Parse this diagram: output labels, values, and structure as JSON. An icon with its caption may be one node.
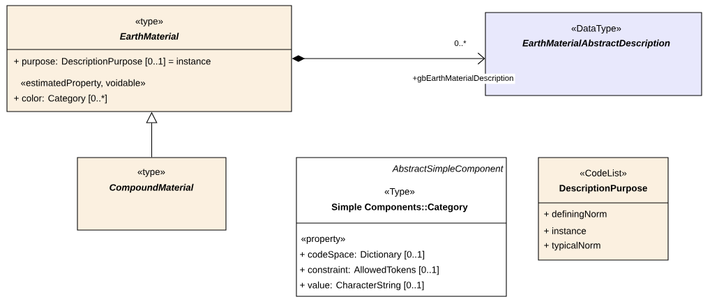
{
  "diagram": {
    "nodes": [
      {
        "text": [
          "«type»",
          "EarthMaterial",
          "+ purpose: DescriptionPurpose [0..1] = instance",
          "«estimatedProperty, voidable»",
          "+ color: Category [0..*]"
        ]
      },
      {
        "text": [
          "«DataType»",
          "EarthMaterialAbstractDescription"
        ]
      },
      {
        "text": [
          "«type»",
          "CompoundMaterial"
        ]
      },
      {
        "text": [
          "AbstractSimpleComponent",
          "«Type»",
          "Simple Components::Category",
          "«property»",
          "+ codeSpace: Dictionary [0..1]",
          "+ constraint: AllowedTokens [0..1]",
          "+ value: CharacterString [0..1]"
        ]
      },
      {
        "text": [
          "«CodeList»",
          "DescriptionPurpose",
          "+ definingNorm",
          "+ instance",
          "+ typicalNorm"
        ]
      }
    ],
    "edges": [
      {
        "from": 0,
        "to": 1,
        "arrow": "to",
        "label": "+gbEarthMaterialDescription"
      },
      {
        "from": 2,
        "to": 0,
        "arrow": "to"
      }
    ],
    "labels": [
      "0..*"
    ]
  }
}
